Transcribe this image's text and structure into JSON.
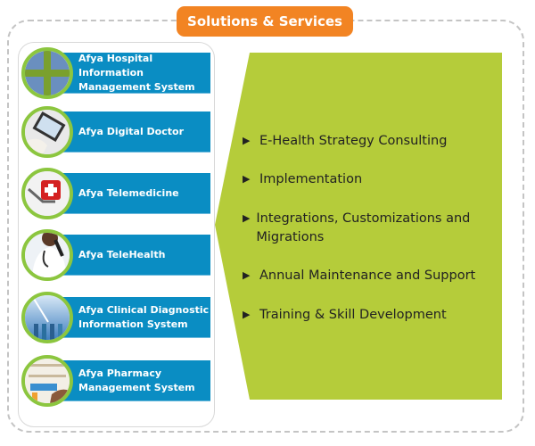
{
  "title": "Solutions & Services",
  "products": [
    {
      "label": "Afya Hospital Information Management System",
      "icon": "hospital-modules-icon"
    },
    {
      "label": "Afya Digital Doctor",
      "icon": "tablet-icon"
    },
    {
      "label": "Afya Telemedicine",
      "icon": "medical-laptop-icon"
    },
    {
      "label": "Afya TeleHealth",
      "icon": "doctor-phone-icon"
    },
    {
      "label": "Afya Clinical Diagnostic Information System",
      "icon": "test-tubes-icon"
    },
    {
      "label": "Afya Pharmacy Management System",
      "icon": "pharmacy-icon"
    }
  ],
  "services": [
    "E-Health Strategy Consulting",
    "Implementation",
    "Integrations, Customizations and Migrations",
    "Annual Maintenance and Support",
    "Training & Skill Development"
  ],
  "colors": {
    "orange": "#f28423",
    "blue": "#0a8dc3",
    "green": "#b5cc3a",
    "ring": "#8cc63f"
  }
}
